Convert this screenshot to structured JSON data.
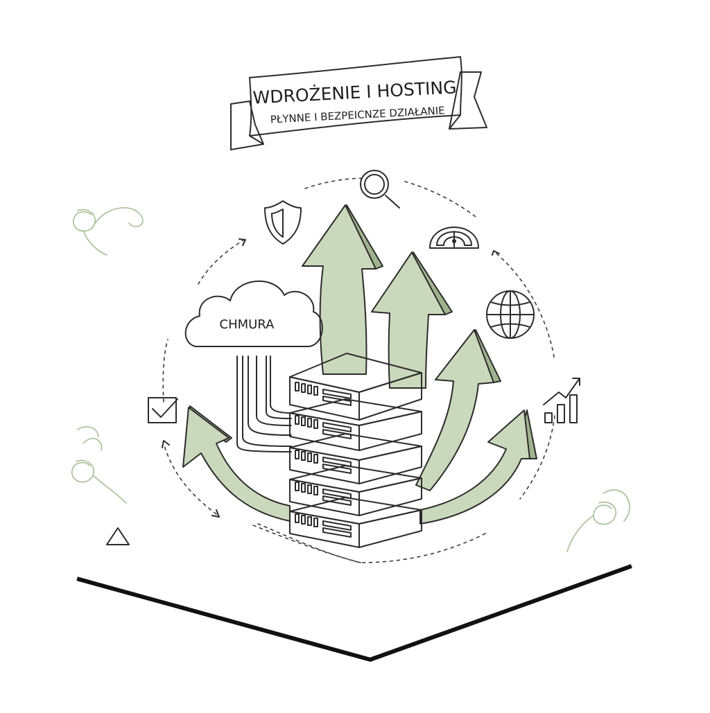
{
  "banner": {
    "title": "WDROŻENIE I HOSTING",
    "subtitle": "PŁYNNE I BEZPEICNZE DZIAŁANIE"
  },
  "cloud": {
    "label": "CHMURA"
  },
  "icons": [
    "shield-icon",
    "magnifier-icon",
    "gauge-icon",
    "globe-icon",
    "bar-chart-icon",
    "checkbox-icon",
    "triangle-icon"
  ],
  "colors": {
    "accent_green": "#cad8bc",
    "ink": "#2b2b2b",
    "swirl_green": "#a6bf94"
  }
}
